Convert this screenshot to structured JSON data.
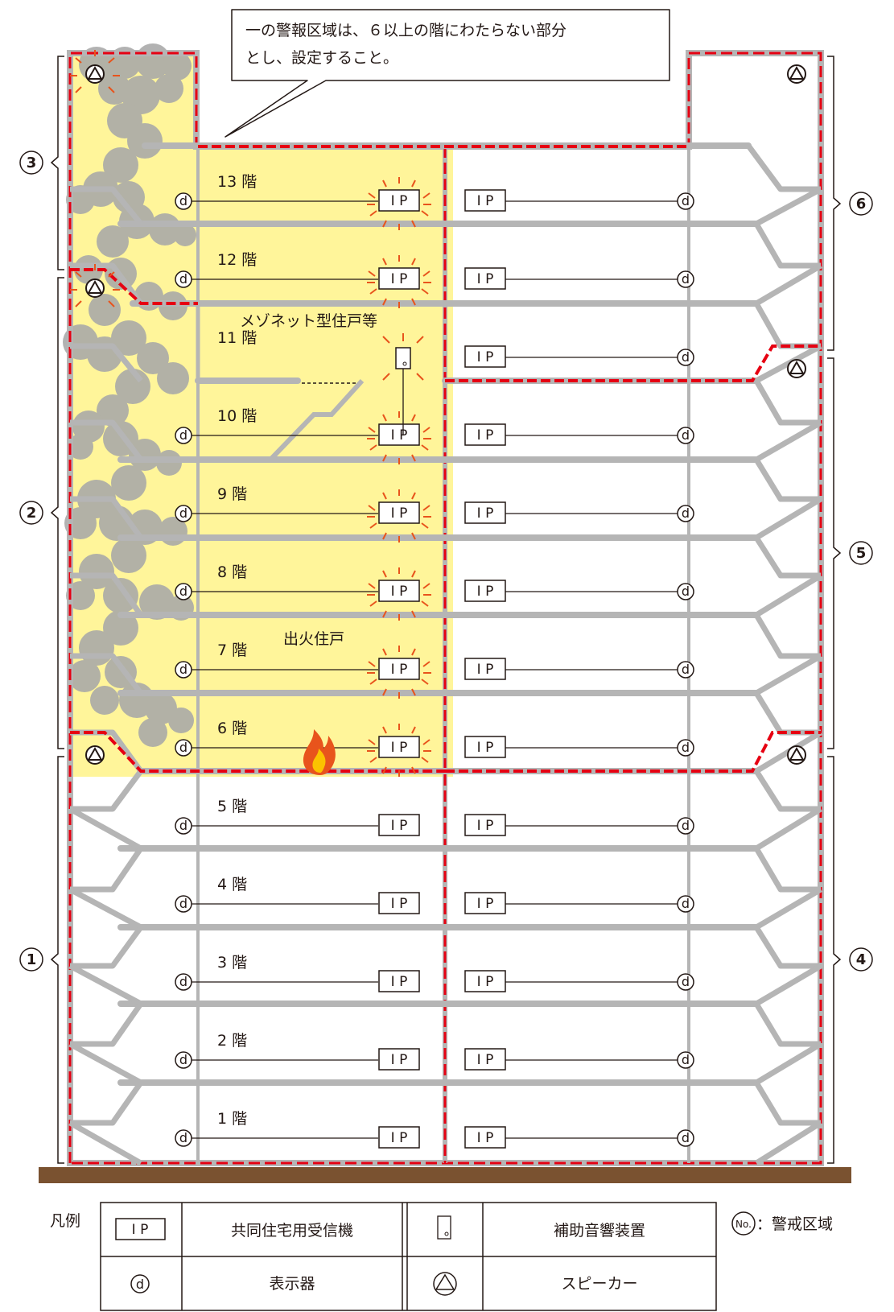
{
  "callout": {
    "line1": "一の警報区域は、６以上の階にわたらない部分",
    "line2": "とし、設定すること。"
  },
  "floors": [
    {
      "label": "13 階",
      "left_ip_alarm": true,
      "left_d": true
    },
    {
      "label": "12 階",
      "left_ip_alarm": true,
      "left_d": true
    },
    {
      "label": "11 階",
      "left_ip_alarm": false,
      "left_d": false
    },
    {
      "label": "10 階",
      "left_ip_alarm": true,
      "left_d": true
    },
    {
      "label": "9 階",
      "left_ip_alarm": true,
      "left_d": true
    },
    {
      "label": "8 階",
      "left_ip_alarm": true,
      "left_d": true
    },
    {
      "label": "7 階",
      "left_ip_alarm": true,
      "left_d": true
    },
    {
      "label": "6 階",
      "left_ip_alarm": true,
      "left_d": true
    },
    {
      "label": "5 階",
      "left_ip_alarm": false,
      "left_d": true
    },
    {
      "label": "4 階",
      "left_ip_alarm": false,
      "left_d": true
    },
    {
      "label": "3 階",
      "left_ip_alarm": false,
      "left_d": true
    },
    {
      "label": "2 階",
      "left_ip_alarm": false,
      "left_d": true
    },
    {
      "label": "1 階",
      "left_ip_alarm": false,
      "left_d": true
    }
  ],
  "annotations": {
    "maisonette": "メゾネット型住戸等",
    "fire_unit": "出火住戸"
  },
  "symbols": {
    "ip": "I P",
    "d": "d",
    "zone_note": "No."
  },
  "zones": [
    {
      "id": "3",
      "label": "3"
    },
    {
      "id": "2",
      "label": "2"
    },
    {
      "id": "1",
      "label": "1"
    },
    {
      "id": "6",
      "label": "6"
    },
    {
      "id": "5",
      "label": "5"
    },
    {
      "id": "4",
      "label": "4"
    }
  ],
  "legend": {
    "title": "凡例",
    "ip_symbol": "I P",
    "ip_label": "共同住宅用受信機",
    "aux_label": "補助音響装置",
    "d_symbol": "d",
    "d_label": "表示器",
    "speaker_label": "スピーカー",
    "zone_symbol": "No.",
    "zone_label": "：警戒区域"
  },
  "colors": {
    "alarm_fill": "#fff59a",
    "zone_boundary": "#e60012",
    "corridor": "#b5b5b5",
    "smoke": "#a8a8a8",
    "ground": "#7a5230",
    "line": "#231815"
  }
}
